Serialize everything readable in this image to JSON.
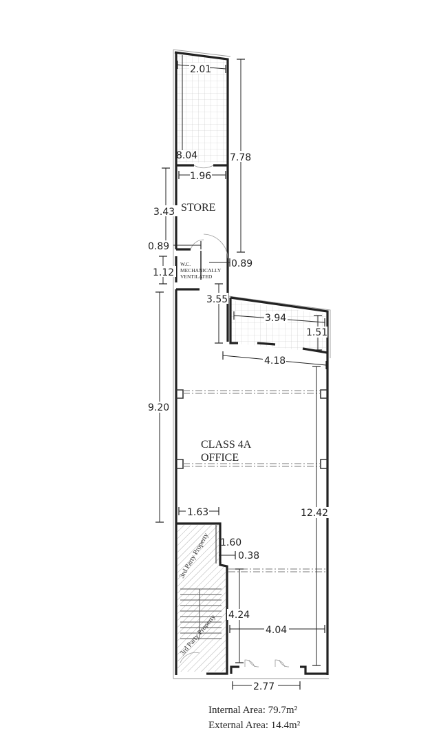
{
  "rooms": {
    "store": "STORE",
    "wc_line1": "W.C.",
    "wc_line2": "MECHANICALLY",
    "wc_line3": "VENTILATED",
    "office_line1": "CLASS 4A",
    "office_line2": "OFFICE",
    "third_party_1": "3rd Party Property",
    "third_party_2": "3rd Party Property"
  },
  "dimensions": {
    "d_201": "2.01",
    "d_804": "8.04",
    "d_778": "7.78",
    "d_196": "1.96",
    "d_343": "3.43",
    "d_089a": "0.89",
    "d_089b": "0.89",
    "d_112": "1.12",
    "d_355": "3.55",
    "d_394": "3.94",
    "d_151": "1.51",
    "d_418": "4.18",
    "d_920": "9.20",
    "d_1242": "12.42",
    "d_163": "1.63",
    "d_160": "1.60",
    "d_038": "0.38",
    "d_424": "4.24",
    "d_404": "4.04",
    "d_277": "2.77"
  },
  "areas": {
    "internal": "Internal  Area: 79.7m²",
    "external": "External Area: 14.4m²"
  }
}
